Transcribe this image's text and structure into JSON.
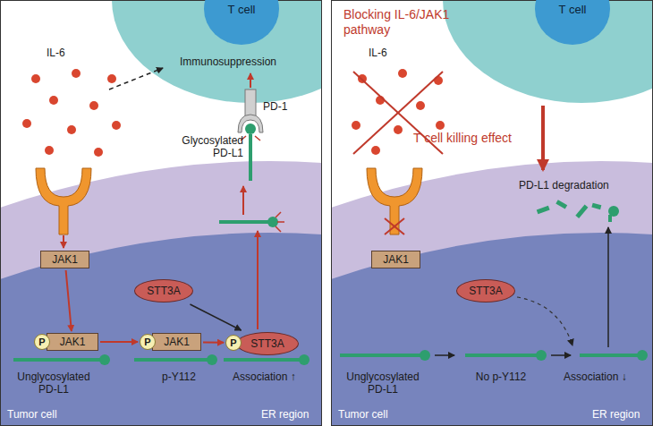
{
  "diagram": {
    "nodes": [
      {
        "text": [
          "T cell"
        ]
      },
      {
        "text": [
          "JAK1"
        ]
      },
      {
        "text": [
          "STT3A"
        ]
      },
      {
        "text": [
          "P"
        ]
      },
      {
        "text": [
          "JAK1"
        ]
      },
      {
        "text": [
          "P"
        ]
      },
      {
        "text": [
          "JAK1"
        ]
      },
      {
        "text": [
          "P"
        ]
      },
      {
        "text": [
          "STT3A"
        ]
      },
      {
        "text": [
          "T cell"
        ]
      },
      {
        "text": [
          "JAK1"
        ]
      },
      {
        "text": [
          "STT3A"
        ]
      }
    ],
    "edges": [
      {
        "from": 1,
        "to": 4,
        "arrow": "to"
      },
      {
        "from": 4,
        "to": 5,
        "arrow": "to"
      },
      {
        "from": 6,
        "to": 7,
        "arrow": "to"
      },
      {
        "from": 2,
        "to": 8,
        "arrow": "to"
      }
    ],
    "labels": [
      "IL-6",
      "Immunosuppression",
      "PD-1",
      "Glycosylated PD-L1",
      "Unglycosylated PD-L1",
      "p-Y112",
      "Association ↑",
      "Tumor cell",
      "ER region",
      "Blocking IL-6/JAK1 pathway",
      "IL-6",
      "T cell killing effect",
      "PD-L1 degradation",
      "Unglycosylated PD-L1",
      "No p-Y112",
      "Association ↓",
      "Tumor cell",
      "ER region"
    ]
  }
}
